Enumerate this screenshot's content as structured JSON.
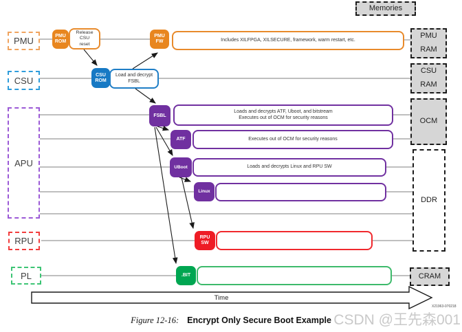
{
  "memories_header": "Memories",
  "lanes": {
    "pmu": "PMU",
    "csu": "CSU",
    "apu": "APU",
    "rpu": "RPU",
    "pl": "PL"
  },
  "boxes": {
    "pmu_rom": "PMU\nROM",
    "release_csu_reset": "Release\nCSU\nreset",
    "pmu_fw": "PMU\nFW",
    "pmu_fw_note": "Includes XILFPGA, XILSECURE, framework, warm restart, etc.",
    "csu_rom": "CSU\nROM",
    "load_decrypt_fsbl": "Load and decrypt\nFSBL",
    "fsbl": "FSBL",
    "fsbl_note": "Loads and decrypts ATF, Uboot, and bitstream\nExecutes out of OCM for security reasons",
    "atf": "ATF",
    "atf_note": "Executes out of OCM for security reasons",
    "uboot": "UBoot",
    "uboot_note": "Loads and decrypts Linux and RPU SW",
    "linux": "Linux",
    "rpu_sw": "RPU\nSW",
    "bit": ".BIT"
  },
  "memories": {
    "pmu_ram": "PMU\nRAM",
    "csu_ram": "CSU\nRAM",
    "ocm": "OCM",
    "ddr": "DDR",
    "cram": "CRAM"
  },
  "timeline": {
    "label": "Time"
  },
  "figure_code": "X21963-070218",
  "caption": {
    "figure_number": "Figure 12-16:",
    "title": "Encrypt Only Secure Boot Example"
  },
  "watermark": "CSDN @王先森001",
  "colors": {
    "orange": "#E8861F",
    "blue": "#1779C4",
    "purple": "#7030A0",
    "red": "#EE1C25",
    "green": "#00A651",
    "memory_grey": "#D6D6D6",
    "connector_grey": "#999999",
    "dashed_orange": "#F0A35E",
    "dashed_blue": "#2D9CDB",
    "dashed_purple": "#9B59D6",
    "dashed_red": "#F23C3C",
    "dashed_green": "#3CC474"
  }
}
